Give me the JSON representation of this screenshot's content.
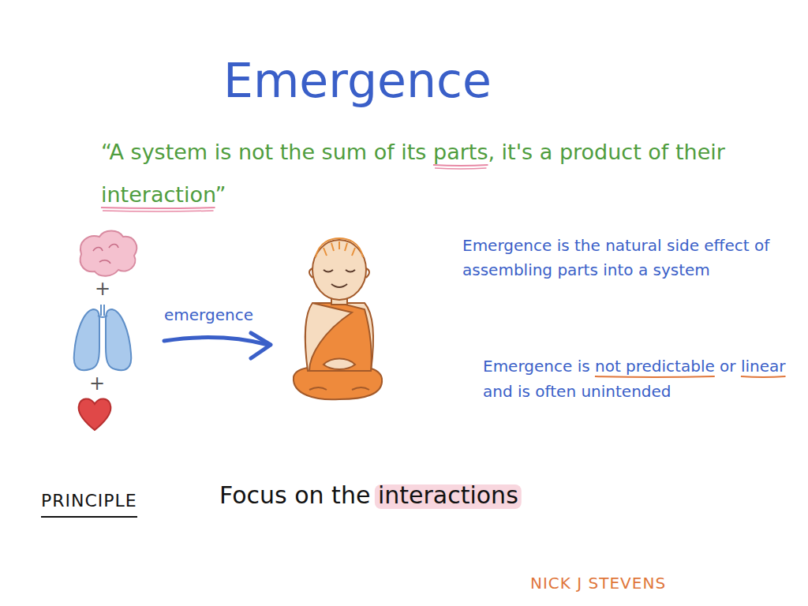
{
  "diagram": {
    "title": "Emergence",
    "labels": [
      "“A system is not the sum of its parts, it's a product of their interaction”",
      "+",
      "+",
      "emergence",
      "Emergence is the natural side effect of assembling parts into a system",
      "Emergence is not predictable or linear and is often unintended",
      "PRINCIPLE",
      "Focus on the interactions",
      "NICK J STEVENS"
    ]
  }
}
